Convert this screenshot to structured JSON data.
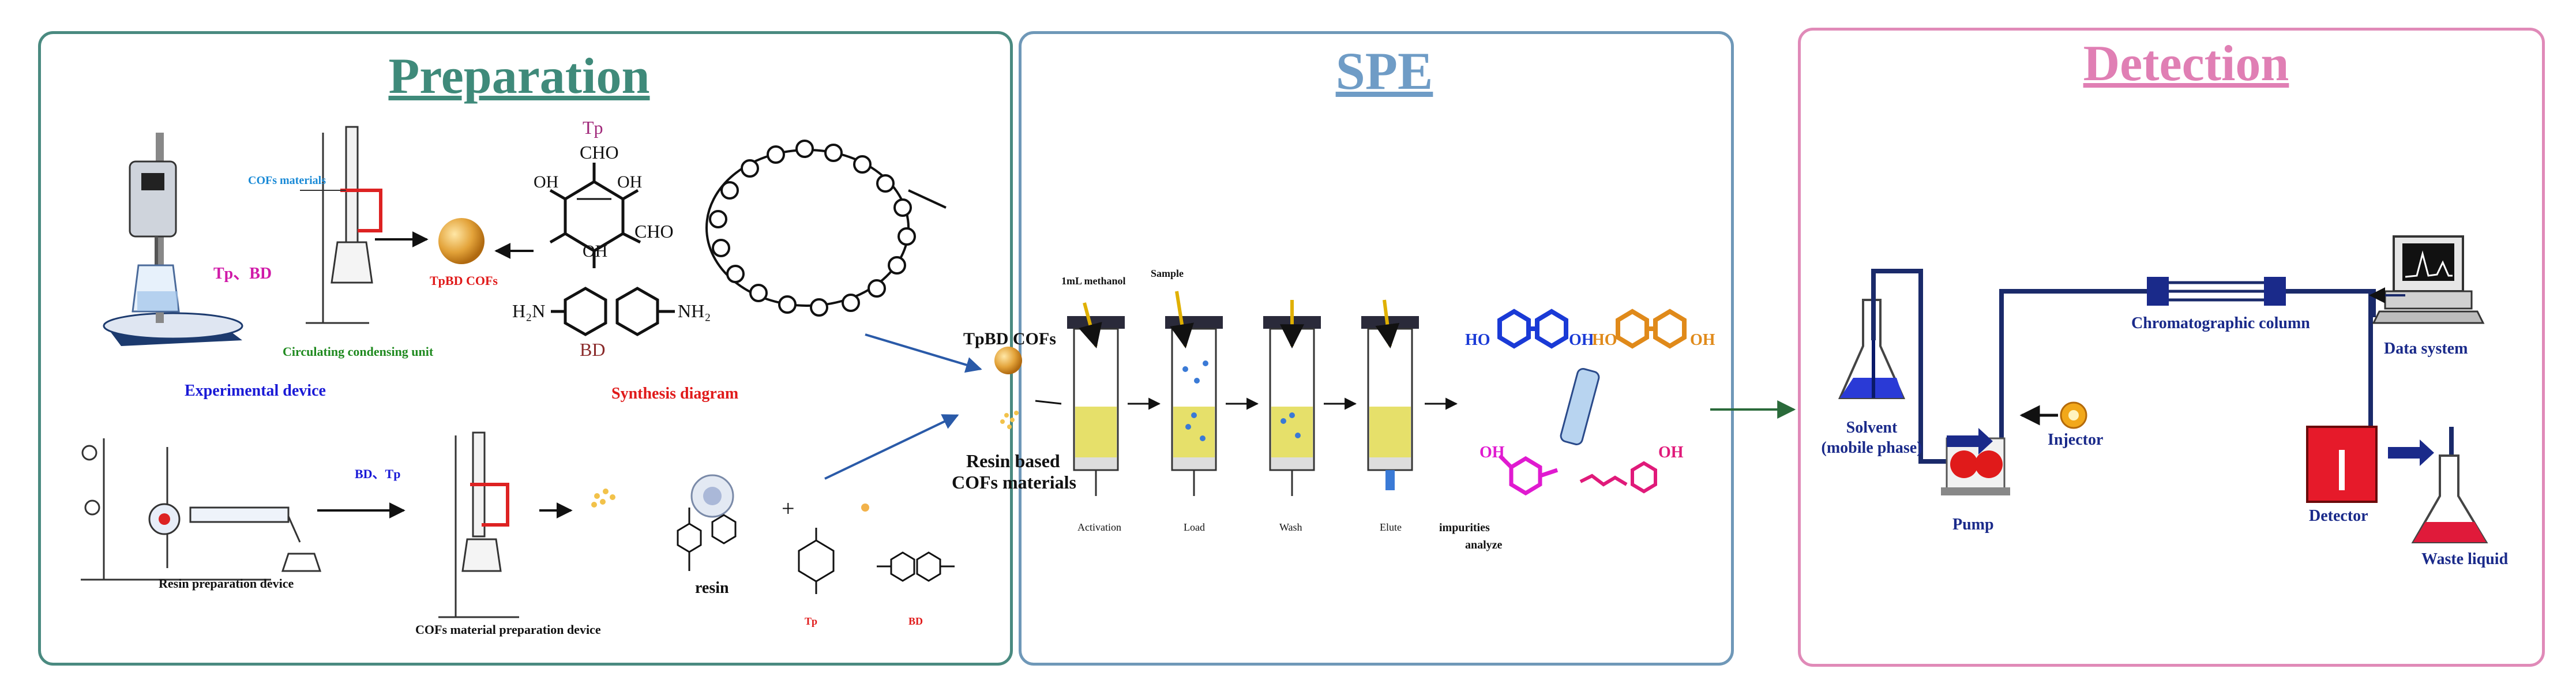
{
  "colors": {
    "prep_border": "#4a8a80",
    "prep_title": "#3f8a7a",
    "spe_border": "#6f98b8",
    "spe_title": "#6f9cc6",
    "det_border": "#e08ab8",
    "det_title": "#e07fb4",
    "blue_label": "#1a1ad6",
    "red_label": "#e01a1a",
    "green_label": "#1f8a1f",
    "magenta_label": "#d01aa8",
    "tp_label": "#a0287a",
    "bd_label": "#8a2a2a"
  },
  "preparation": {
    "title": "Preparation",
    "cofs_materials": "COFs materials",
    "tp_bd": "Tp、BD",
    "tpbd_cofs_small": "TpBD COFs",
    "circulating_unit": "Circulating condensing unit",
    "experimental_device": "Experimental device",
    "tp": "Tp",
    "cho_1": "CHO",
    "cho_2": "CHO",
    "oh_1": "OH",
    "oh_2": "OH",
    "oh_3": "OH",
    "nh2_left": "H₂N",
    "nh2_right": "NH₂",
    "bd": "BD",
    "synthesis_diagram": "Synthesis diagram",
    "resin_device": "Resin preparation device",
    "cofs_device": "COFs material preparation device",
    "bd_tp": "BD、Tp",
    "resin": "resin",
    "tp_small": "Tp",
    "bd_small": "BD"
  },
  "spe": {
    "title": "SPE",
    "tpbd_cofs": "TpBD COFs",
    "resin_based_1": "Resin based",
    "resin_based_2": "COFs materials",
    "step1_top": "1mL methanol",
    "step1_bottom": "Activation",
    "step2_top": "Sample",
    "step2_bottom": "Load",
    "step3_bottom": "Wash",
    "step4_bottom": "Elute",
    "impurities": "impurities",
    "analyze": "analyze",
    "ho_1": "HO",
    "ho_2": "HO",
    "oh_a": "OH",
    "oh_b": "OH",
    "oh_c": "OH",
    "oh_d": "OH"
  },
  "detection": {
    "title": "Detection",
    "column": "Chromatographic column",
    "data_system": "Data system",
    "solvent_1": "Solvent",
    "solvent_2": "(mobile phase)",
    "injector": "Injector",
    "pump": "Pump",
    "detector": "Detector",
    "waste": "Waste liquid"
  }
}
